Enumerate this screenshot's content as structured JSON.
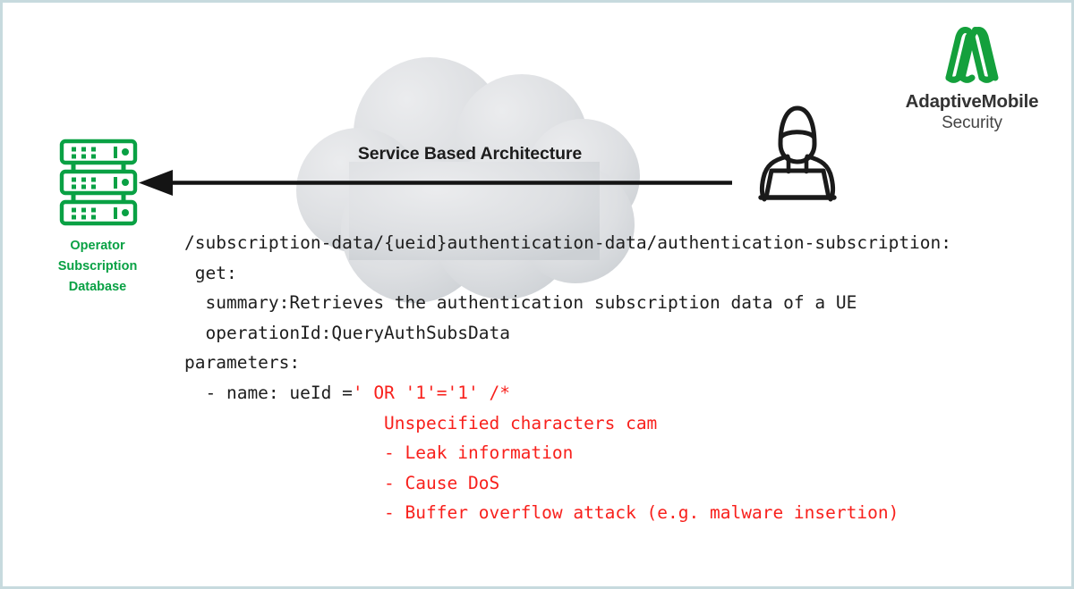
{
  "page": {
    "border_color": "#c7dade",
    "background": "#ffffff"
  },
  "cloud": {
    "title": "Service Based Architecture",
    "fill_light": "#e9eaec",
    "fill_dark": "#cfd2d6"
  },
  "arrow": {
    "direction": "left",
    "color": "#141414",
    "label": "attack-flow-arrow"
  },
  "database": {
    "icon_name": "server-stack-icon",
    "color": "#09a144",
    "label_lines": [
      "Operator",
      "Subscription",
      "Database"
    ],
    "label_full": "Operator Subscription Database"
  },
  "attacker": {
    "icon_name": "hooded-hacker-with-laptop-icon",
    "color": "#1a1a1a"
  },
  "logo": {
    "mark_name": "adaptivemobile-m-mark-icon",
    "mark_color": "#14a03c",
    "name": "AdaptiveMobile",
    "subtitle": "Security"
  },
  "code": {
    "lines": [
      {
        "indent": 0,
        "segments": [
          {
            "text": "/subscription-data/{ueid}authentication-data/authentication-subscription:",
            "color": "black"
          }
        ]
      },
      {
        "indent": 1,
        "segments": [
          {
            "text": "get:",
            "color": "black"
          }
        ]
      },
      {
        "indent": 2,
        "segments": [
          {
            "text": "summary:Retrieves the authentication subscription data of a UE",
            "color": "black"
          }
        ]
      },
      {
        "indent": 2,
        "segments": [
          {
            "text": "operationId:QueryAuthSubsData",
            "color": "black"
          }
        ]
      },
      {
        "indent": 0,
        "segments": [
          {
            "text": "parameters:",
            "color": "black"
          }
        ]
      },
      {
        "indent": 2,
        "segments": [
          {
            "text": "- name: ueId =",
            "color": "black"
          },
          {
            "text": "' OR '1'='1' /*",
            "color": "red"
          }
        ]
      },
      {
        "indent": 19,
        "segments": [
          {
            "text": "Unspecified characters cam",
            "color": "red"
          }
        ]
      },
      {
        "indent": 19,
        "segments": [
          {
            "text": "- Leak information",
            "color": "red"
          }
        ]
      },
      {
        "indent": 19,
        "segments": [
          {
            "text": "- Cause DoS",
            "color": "red"
          }
        ]
      },
      {
        "indent": 19,
        "segments": [
          {
            "text": "- Buffer overflow attack (e.g. malware insertion)",
            "color": "red"
          }
        ]
      }
    ],
    "colors": {
      "black": "#1d1d1d",
      "red": "#f8201c"
    }
  }
}
